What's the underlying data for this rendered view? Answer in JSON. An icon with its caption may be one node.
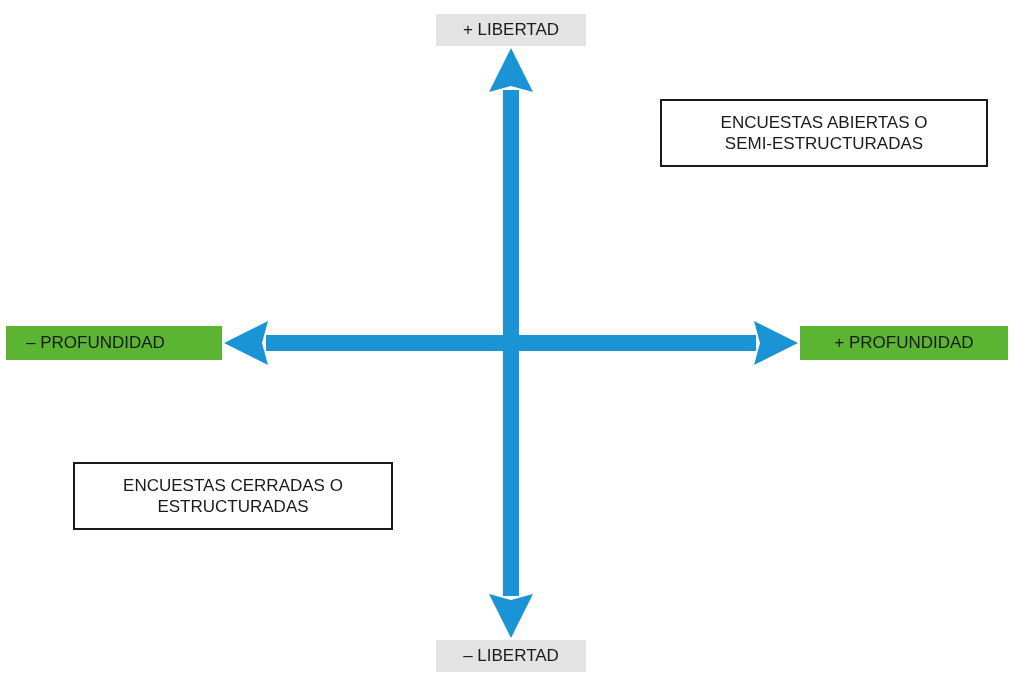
{
  "diagram": {
    "nodes": [
      {
        "text": [
          "+ LIBERTAD"
        ]
      },
      {
        "text": [
          "ENCUESTAS ABIERTAS O SEMI-ESTRUCTURADAS"
        ]
      },
      {
        "text": [
          "– PROFUNDIDAD"
        ]
      },
      {
        "text": [
          "+ PROFUNDIDAD"
        ]
      },
      {
        "text": [
          "ENCUESTAS CERRADAS O ESTRUCTURADAS"
        ]
      },
      {
        "text": [
          "– LIBERTAD"
        ]
      }
    ],
    "edges": [
      {
        "from": 5,
        "to": 0,
        "arrow": "both"
      },
      {
        "from": 2,
        "to": 3,
        "arrow": "both"
      }
    ]
  }
}
